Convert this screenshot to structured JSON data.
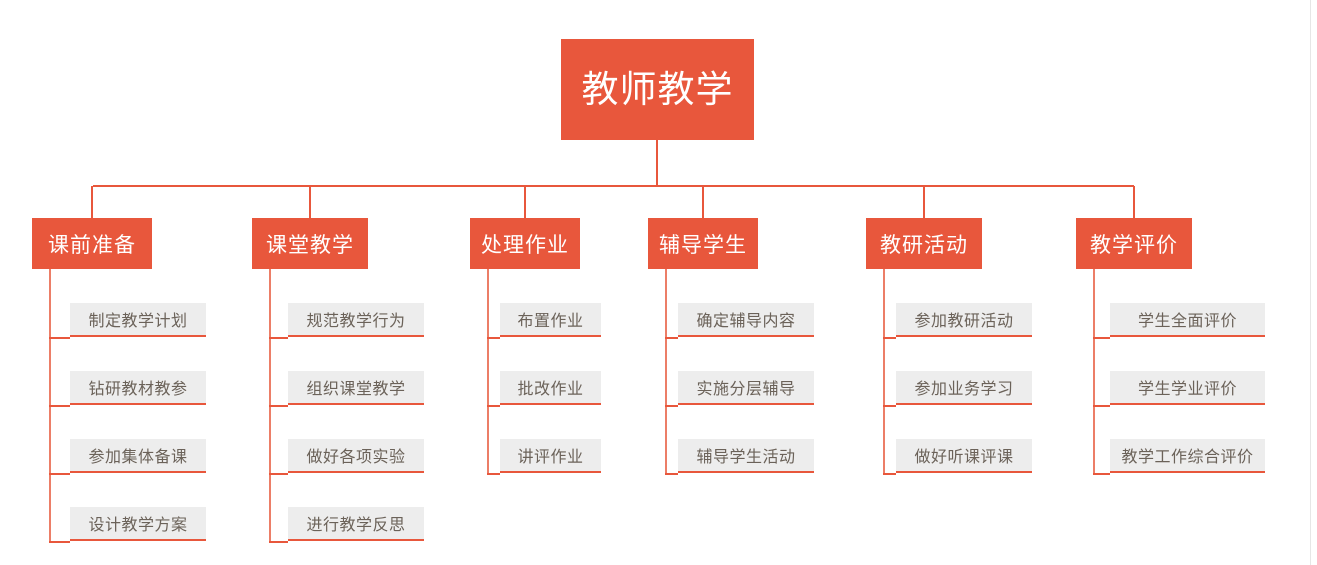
{
  "diagram": {
    "title": "教师教学",
    "type": "organizational-tree",
    "colors": {
      "node_fill": "#e8573c",
      "node_text": "#ffffff",
      "leaf_fill": "#ededed",
      "leaf_text": "#6b6259",
      "connector": "#e8573c",
      "trunk": "#ec7e67",
      "background": "#ffffff",
      "divider": "#e6e6e6"
    },
    "root": {
      "label": "教师教学"
    },
    "branches": [
      {
        "label": "课前准备",
        "leaves": [
          "制定教学计划",
          "钻研教材教参",
          "参加集体备课",
          "设计教学方案"
        ]
      },
      {
        "label": "课堂教学",
        "leaves": [
          "规范教学行为",
          "组织课堂教学",
          "做好各项实验",
          "进行教学反思"
        ]
      },
      {
        "label": "处理作业",
        "leaves": [
          "布置作业",
          "批改作业",
          "讲评作业"
        ]
      },
      {
        "label": "辅导学生",
        "leaves": [
          "确定辅导内容",
          "实施分层辅导",
          "辅导学生活动"
        ]
      },
      {
        "label": "教研活动",
        "leaves": [
          "参加教研活动",
          "参加业务学习",
          "做好听课评课"
        ]
      },
      {
        "label": "教学评价",
        "leaves": [
          "学生全面评价",
          "学生学业评价",
          "教学工作综合评价"
        ]
      }
    ]
  }
}
